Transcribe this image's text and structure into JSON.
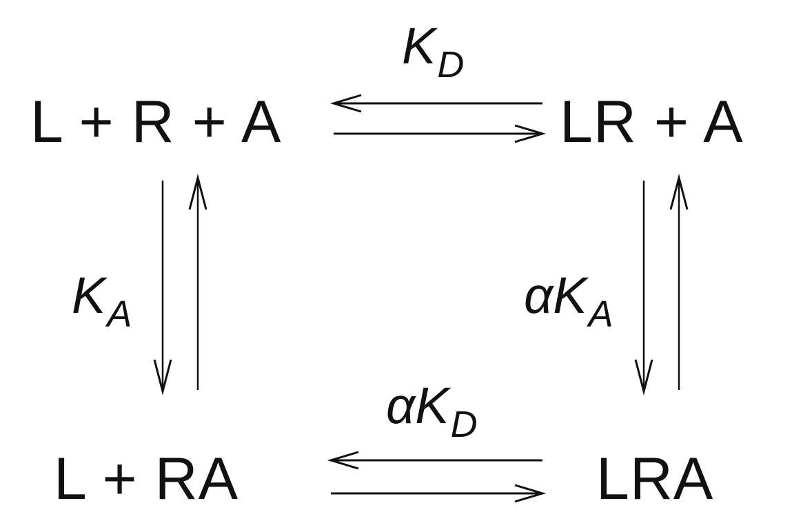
{
  "species": {
    "top_left": "L + R + A",
    "top_right": "LR + A",
    "bottom_left": "L + RA",
    "bottom_right": "LRA"
  },
  "constants": {
    "top": {
      "prefix": "",
      "symbol": "K",
      "subscript": "D"
    },
    "left": {
      "prefix": "",
      "symbol": "K",
      "subscript": "A"
    },
    "right": {
      "prefix": "α",
      "symbol": "K",
      "subscript": "A"
    },
    "bottom": {
      "prefix": "α",
      "symbol": "K",
      "subscript": "D"
    }
  },
  "colors": {
    "ink": "#111111",
    "background": "#ffffff"
  }
}
